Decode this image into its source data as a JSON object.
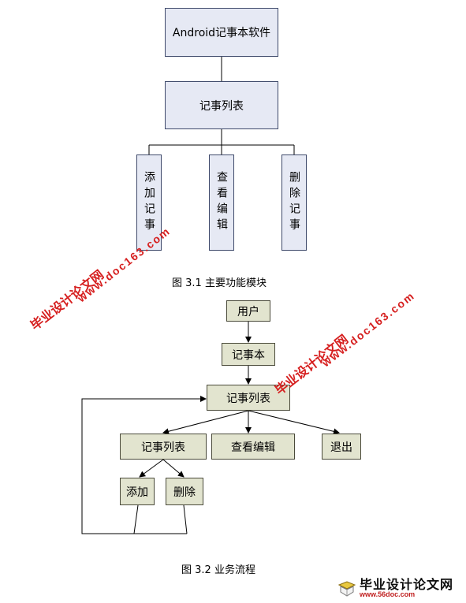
{
  "figure1": {
    "root": "Android记事本软件",
    "list": "记事列表",
    "children": [
      "添加记事",
      "查看编辑",
      "删除记事"
    ],
    "caption": "图 3.1 主要功能模块"
  },
  "figure2": {
    "user": "用户",
    "notebook": "记事本",
    "list_main": "记事列表",
    "list_sub": "记事列表",
    "view_edit": "查看编辑",
    "exit": "退出",
    "add": "添加",
    "delete": "删除",
    "caption": "图 3.2 业务流程"
  },
  "watermarks": {
    "site_name": "毕业设计论文网",
    "url": "www.doc163.com"
  },
  "logo": {
    "name": "毕业设计论文网",
    "url": "www.56doc.com"
  }
}
